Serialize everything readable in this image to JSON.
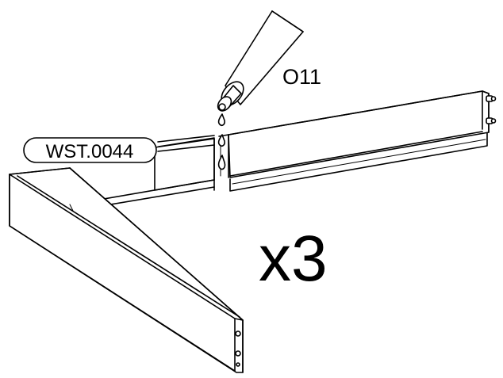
{
  "labels": {
    "part_callout": "WST.0044",
    "glue_code": "O11",
    "quantity": "x3"
  }
}
